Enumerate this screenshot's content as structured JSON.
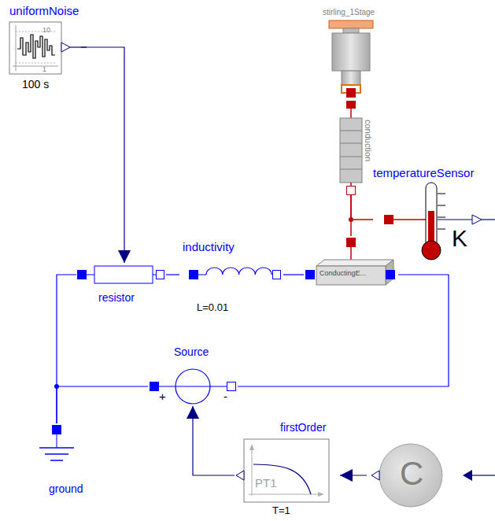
{
  "diagram": {
    "nodes": [
      {
        "text": [
          "uniformNoise",
          "10",
          "1",
          "100 s"
        ]
      },
      {
        "text": [
          "stirling_1Stage"
        ]
      },
      {
        "text": [
          "conduction"
        ]
      },
      {
        "text": [
          "temperatureSensor",
          "K"
        ]
      },
      {
        "text": [
          "resistor"
        ]
      },
      {
        "text": [
          "inductivity",
          "L=0.01"
        ]
      },
      {
        "text": [
          "ConductingE..."
        ]
      },
      {
        "text": [
          "Source",
          "+",
          "-"
        ]
      },
      {
        "text": [
          "firstOrder",
          "PT1",
          "T=1"
        ]
      },
      {
        "text": [
          "C"
        ]
      },
      {
        "text": [
          "ground"
        ]
      }
    ],
    "edges": [
      {
        "from": 0,
        "to": 4,
        "arrow": "to"
      },
      {
        "from": 1,
        "to": 2,
        "arrow": "none"
      },
      {
        "from": 2,
        "to": 3,
        "arrow": "none"
      },
      {
        "from": 2,
        "to": 6,
        "arrow": "none"
      },
      {
        "from": 4,
        "to": 5,
        "arrow": "none"
      },
      {
        "from": 5,
        "to": 6,
        "arrow": "none"
      },
      {
        "from": 6,
        "to": 7,
        "arrow": "none"
      },
      {
        "from": 4,
        "to": 10,
        "arrow": "none"
      },
      {
        "from": 7,
        "to": 10,
        "arrow": "none"
      },
      {
        "from": 8,
        "to": 7,
        "arrow": "to"
      },
      {
        "from": 9,
        "to": 8,
        "arrow": "to"
      }
    ]
  }
}
